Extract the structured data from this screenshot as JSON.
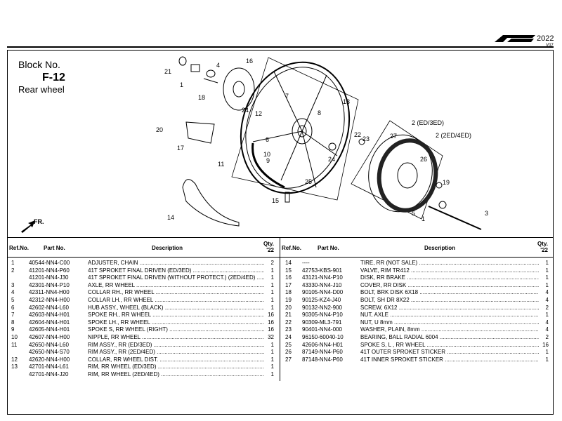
{
  "header": {
    "year": "2022",
    "version": "V07"
  },
  "block": {
    "label": "Block No.",
    "id": "F-12",
    "title": "Rear wheel"
  },
  "table": {
    "col_ref": "Ref.No.",
    "col_part": "Part No.",
    "col_desc": "Description",
    "col_qty_1": "Qty.",
    "col_qty_2": "'22"
  },
  "left_rows": [
    {
      "ref": "1",
      "part": "40544-NN4-C00",
      "desc": "ADJUSTER, CHAIN",
      "qty": "2"
    },
    {
      "ref": "2",
      "part": "41201-NN4-P60",
      "desc": "41T SPROKET FINAL DRIVEN (ED/3ED)",
      "qty": "1"
    },
    {
      "ref": "",
      "part": "41201-NN4-J30",
      "desc": "41T SPROKET FINAL DRIVEN (WITHOUT PROTECT.) (2ED/4ED)",
      "qty": "1"
    },
    {
      "ref": "3",
      "part": "42301-NN4-P10",
      "desc": "AXLE, RR WHEEL",
      "qty": "1"
    },
    {
      "ref": "4",
      "part": "42311-NN4-H00",
      "desc": "COLLAR RH., RR WHEEL",
      "qty": "1"
    },
    {
      "ref": "5",
      "part": "42312-NN4-H00",
      "desc": "COLLAR LH., RR WHEEL",
      "qty": "1"
    },
    {
      "ref": "6",
      "part": "42602-NN4-L60",
      "desc": "HUB ASSY., WHEEL (BLACK)",
      "qty": "1"
    },
    {
      "ref": "7",
      "part": "42603-NN4-H01",
      "desc": "SPOKE RH., RR WHEEL",
      "qty": "16"
    },
    {
      "ref": "8",
      "part": "42604-NN4-H01",
      "desc": "SPOKE LH., RR WHEEL",
      "qty": "16"
    },
    {
      "ref": "9",
      "part": "42605-NN4-H01",
      "desc": "SPOKE S, RR WHEEL (RIGHT)",
      "qty": "16"
    },
    {
      "ref": "10",
      "part": "42607-NN4-H00",
      "desc": "NIPPLE, RR WHEEL",
      "qty": "32"
    },
    {
      "ref": "11",
      "part": "42650-NN4-L60",
      "desc": "RIM ASSY., RR (ED/3ED)",
      "qty": "1"
    },
    {
      "ref": "",
      "part": "42650-NN4-S70",
      "desc": "RIM ASSY., RR (2ED/4ED)",
      "qty": "1"
    },
    {
      "ref": "12",
      "part": "42620-NN4-H00",
      "desc": "COLLAR, RR WHEEL DIST.",
      "qty": "1"
    },
    {
      "ref": "13",
      "part": "42701-NN4-L61",
      "desc": "RIM, RR WHEEL (ED/3ED)",
      "qty": "1"
    },
    {
      "ref": "",
      "part": "42701-NN4-J20",
      "desc": "RIM, RR WHEEL (2ED/4ED)",
      "qty": "1"
    }
  ],
  "right_rows": [
    {
      "ref": "14",
      "part": "----",
      "desc": "TIRE, RR (NOT SALE)",
      "qty": "1"
    },
    {
      "ref": "15",
      "part": "42753-KBS-901",
      "desc": "VALVE, RIM TR412",
      "qty": "1"
    },
    {
      "ref": "16",
      "part": "43121-NN4-P10",
      "desc": "DISK, RR BRAKE",
      "qty": "1"
    },
    {
      "ref": "17",
      "part": "43330-NN4-J10",
      "desc": "COVER, RR DISK",
      "qty": "1"
    },
    {
      "ref": "18",
      "part": "90105-NN4-D00",
      "desc": "BOLT, BRK DISK 6X18",
      "qty": "4"
    },
    {
      "ref": "19",
      "part": "90125-KZ4-J40",
      "desc": "BOLT, SH DR 8X22",
      "qty": "4"
    },
    {
      "ref": "20",
      "part": "90132-NN2-900",
      "desc": "SCREW, 6X12",
      "qty": "2"
    },
    {
      "ref": "21",
      "part": "90305-NN4-P10",
      "desc": "NUT, AXLE",
      "qty": "1"
    },
    {
      "ref": "22",
      "part": "90309-ML3-791",
      "desc": "NUT, U 8mm",
      "qty": "4"
    },
    {
      "ref": "23",
      "part": "90401-NN4-000",
      "desc": "WASHER, PLAIN, 8mm",
      "qty": "4"
    },
    {
      "ref": "24",
      "part": "96150-60040-10",
      "desc": "BEARING, BALL RADIAL 6004",
      "qty": "2"
    },
    {
      "ref": "25",
      "part": "42606-NN4-H01",
      "desc": "SPOKE S, L , RR WHEEL",
      "qty": "16"
    },
    {
      "ref": "26",
      "part": "87149-NN4-P60",
      "desc": "41T OUTER SPROKET STICKER",
      "qty": "1"
    },
    {
      "ref": "27",
      "part": "87148-NN4-P60",
      "desc": "41T INNER SPROKET STICKER",
      "qty": "1"
    }
  ],
  "diagram": {
    "callouts": [
      {
        "id": "21",
        "text": "21"
      },
      {
        "id": "4",
        "text": "4"
      },
      {
        "id": "1a",
        "text": "1"
      },
      {
        "id": "16",
        "text": "16"
      },
      {
        "id": "18",
        "text": "18"
      },
      {
        "id": "7",
        "text": "7"
      },
      {
        "id": "13",
        "text": "13"
      },
      {
        "id": "24a",
        "text": "24"
      },
      {
        "id": "12",
        "text": "12"
      },
      {
        "id": "8",
        "text": "8"
      },
      {
        "id": "20",
        "text": "20"
      },
      {
        "id": "17",
        "text": "17"
      },
      {
        "id": "6",
        "text": "6"
      },
      {
        "id": "10",
        "text": "10"
      },
      {
        "id": "9",
        "text": "9"
      },
      {
        "id": "11",
        "text": "11"
      },
      {
        "id": "24b",
        "text": "24"
      },
      {
        "id": "25",
        "text": "25"
      },
      {
        "id": "2a",
        "text": "2 (ED/3ED)"
      },
      {
        "id": "27",
        "text": "27"
      },
      {
        "id": "2b",
        "text": "2 (2ED/4ED)"
      },
      {
        "id": "22",
        "text": "22"
      },
      {
        "id": "23",
        "text": "23"
      },
      {
        "id": "26",
        "text": "26"
      },
      {
        "id": "19",
        "text": "19"
      },
      {
        "id": "5",
        "text": "5"
      },
      {
        "id": "1b",
        "text": "1"
      },
      {
        "id": "3",
        "text": "3"
      },
      {
        "id": "15",
        "text": "15"
      },
      {
        "id": "14",
        "text": "14"
      },
      {
        "id": "fr",
        "text": "FR."
      }
    ]
  }
}
